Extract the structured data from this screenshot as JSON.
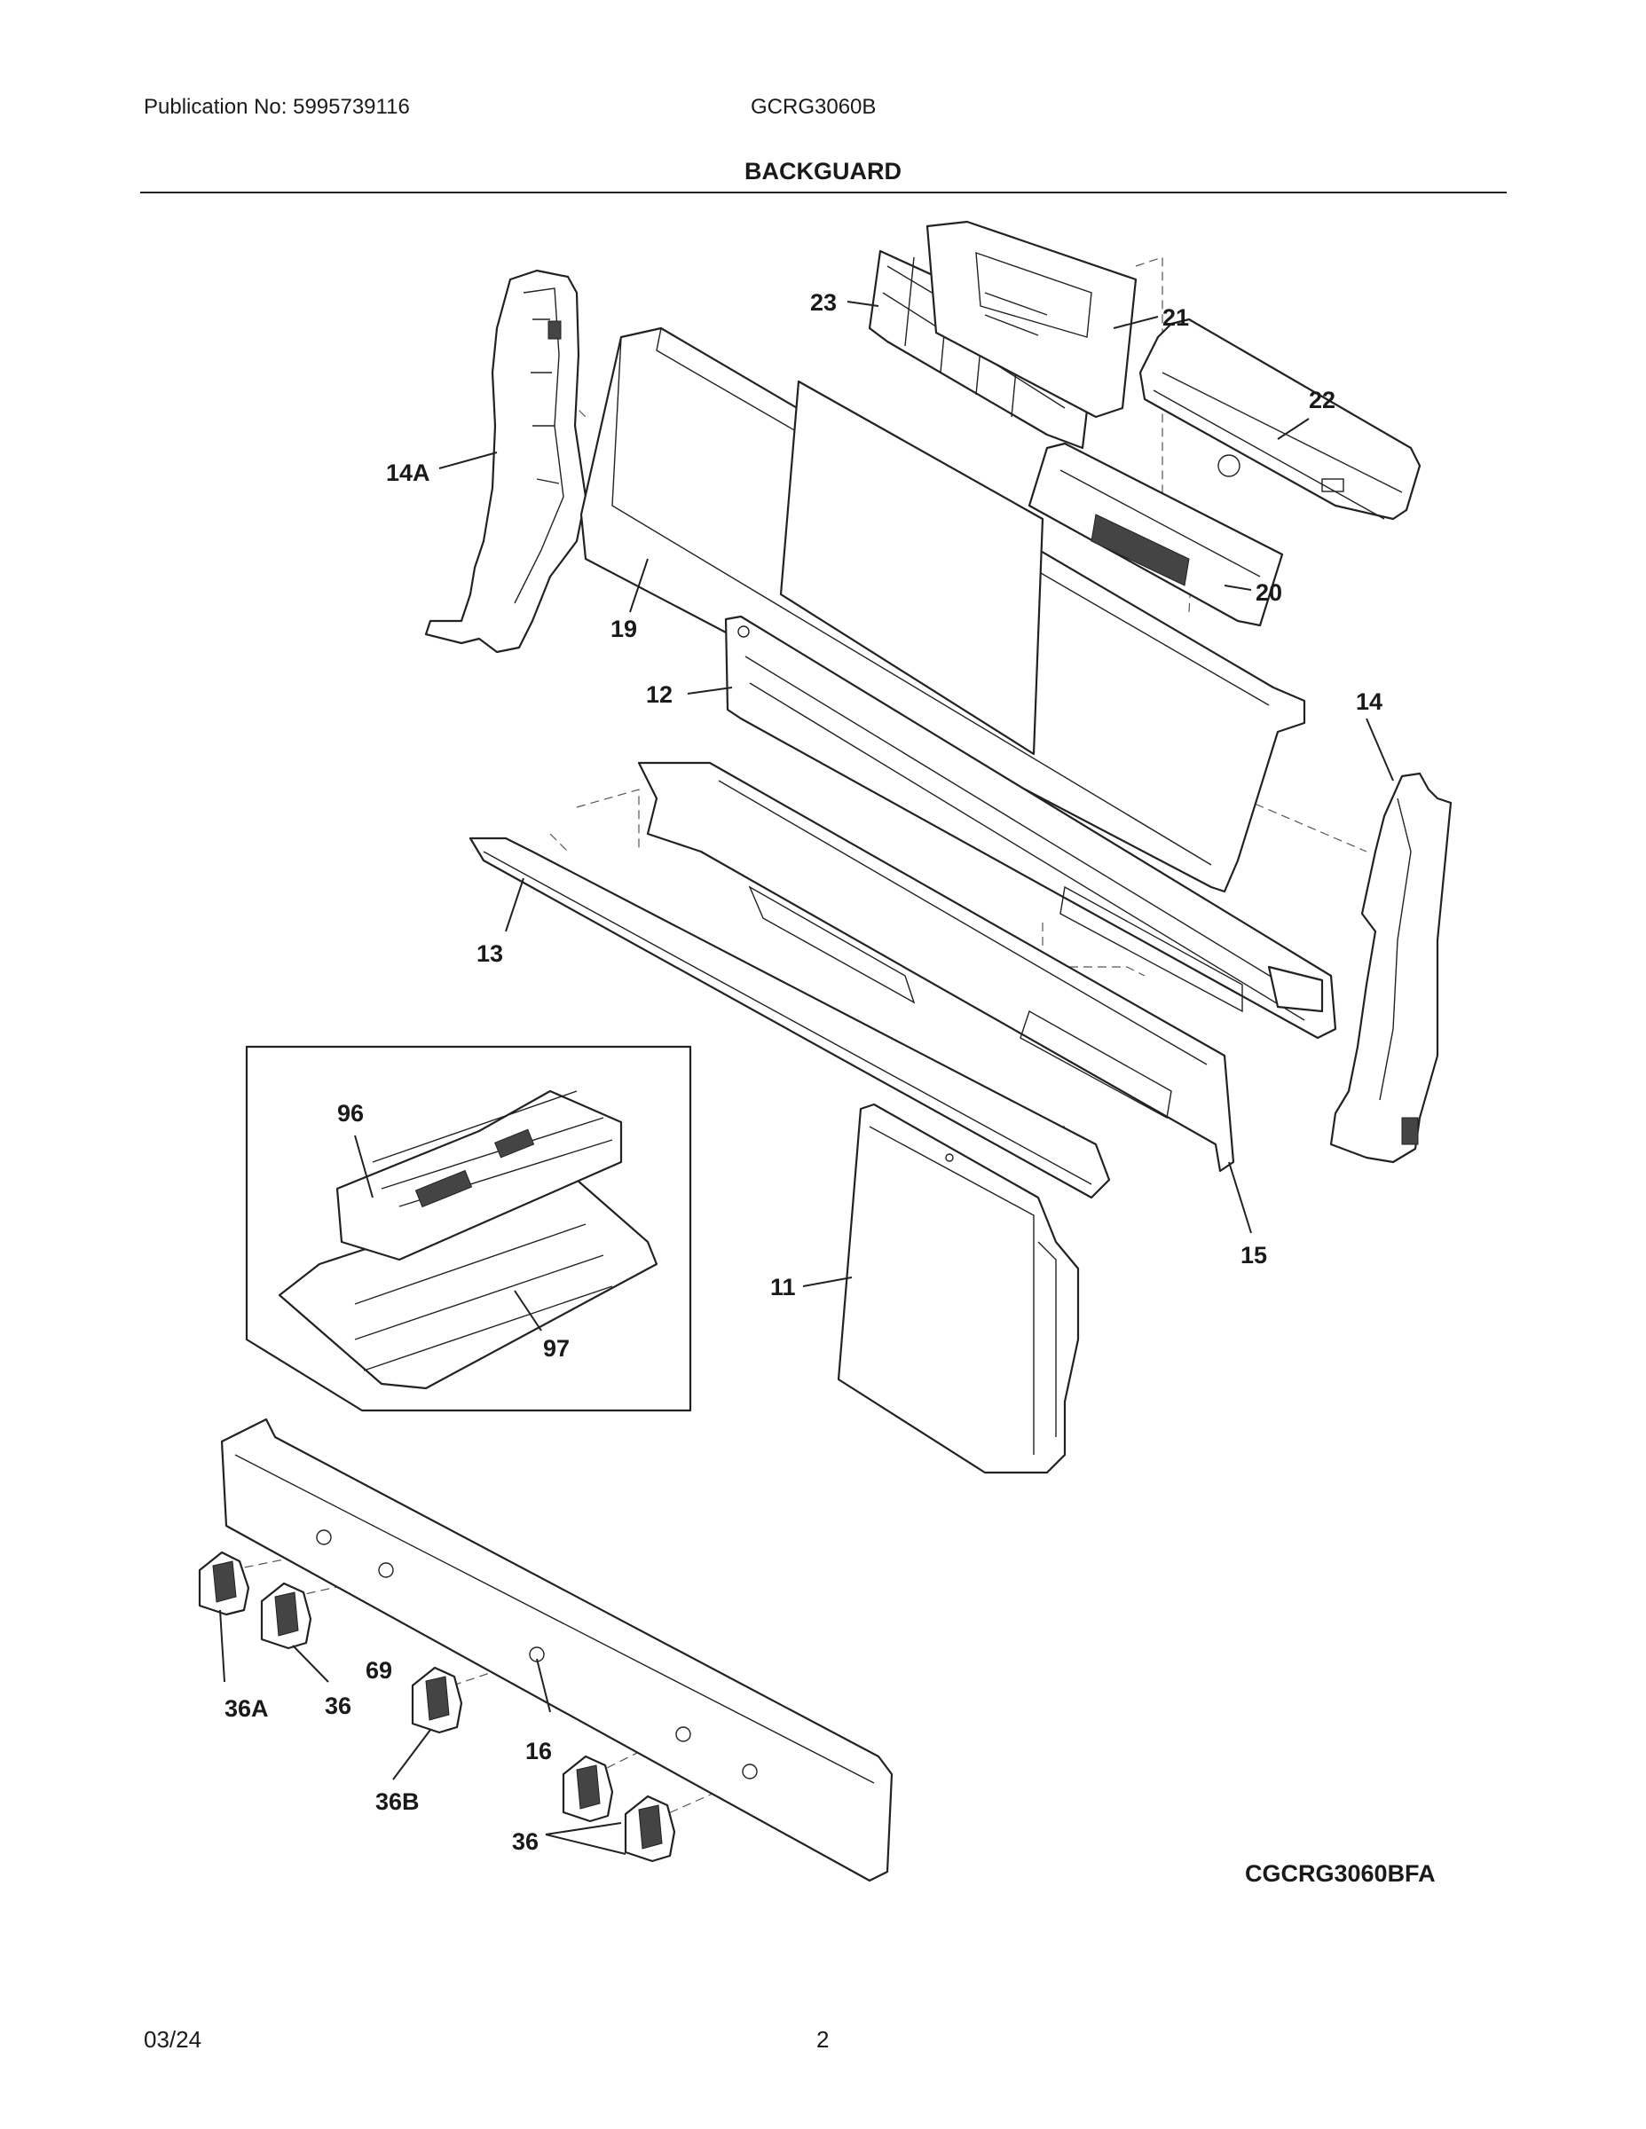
{
  "header": {
    "publication": "Publication No: 5995739116",
    "model": "GCRG3060B",
    "title": "BACKGUARD"
  },
  "diagram": {
    "labels": {
      "p23": "23",
      "p21": "21",
      "p22": "22",
      "p20": "20",
      "p14A": "14A",
      "p19": "19",
      "p12": "12",
      "p14": "14",
      "p13": "13",
      "p15": "15",
      "p11": "11",
      "p96": "96",
      "p97": "97",
      "p36A": "36A",
      "p36": "36",
      "p69": "69",
      "p16": "16",
      "p36B": "36B",
      "p36b": "36"
    }
  },
  "footer": {
    "image_code": "CGCRG3060BFA",
    "date": "03/24",
    "page": "2"
  }
}
